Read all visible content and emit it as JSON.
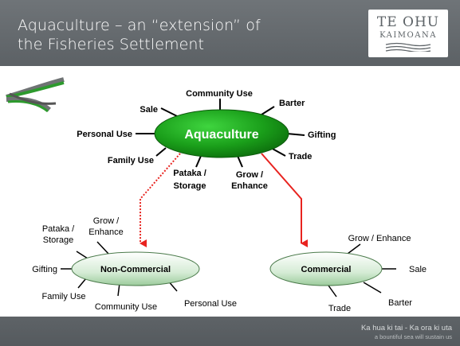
{
  "slide": {
    "title": "Aquaculture – an “extension” of the Fisheries Settlement",
    "logo_top": "TE OHU",
    "logo_bottom": "KAIMOANA",
    "tagline_1": "Ka hua ki tai - Ka ora ki uta",
    "tagline_2": "a bountiful sea will sustain us"
  },
  "diagram": {
    "central": "Aquaculture",
    "central_spokes": [
      "Community Use",
      "Barter",
      "Gifting",
      "Trade",
      "Grow / Enhance",
      "Pataka / Storage",
      "Family Use",
      "Personal Use",
      "Sale"
    ],
    "non_commercial": "Non-Commercial",
    "non_commercial_spokes": [
      "Grow / Enhance",
      "Pataka / Storage",
      "Gifting",
      "Family Use",
      "Community Use",
      "Personal Use"
    ],
    "commercial": "Commercial",
    "commercial_spokes": [
      "Grow / Enhance",
      "Sale",
      "Barter",
      "Trade"
    ]
  },
  "colors": {
    "header": "#656a6e",
    "central_fill": "#1a9e1a",
    "sub_fill": "#d4ead4",
    "arrow_solid": "#e8231f",
    "arrow_dotted": "#e8231f"
  }
}
